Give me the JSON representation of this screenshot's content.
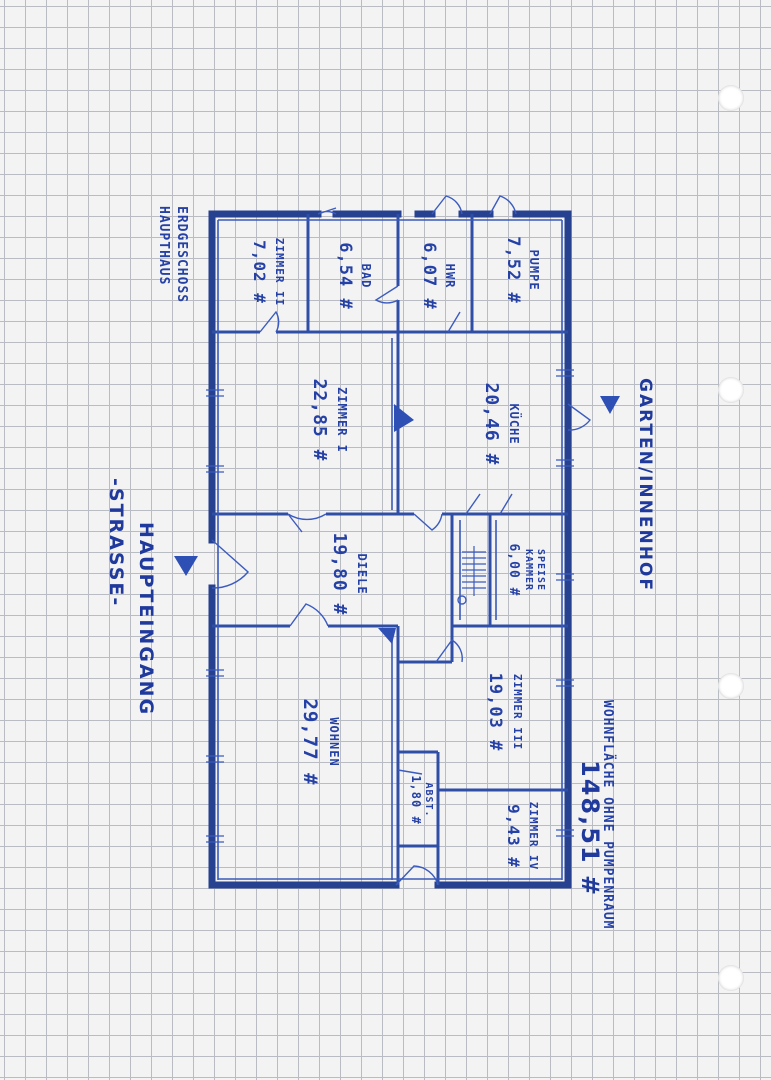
{
  "sheet": {
    "title_lines": [
      "ERDGESCHOSS",
      "HAUPTHAUS"
    ],
    "garden_label": "GARTEN/INNENHOF",
    "entrance_label": "HAUPTEINGANG",
    "street_label": "-STRASSE-",
    "living_area_label": "WOHNFLÄCHE OHNE PUMPENRAUM",
    "living_area_value": "148,51 #"
  },
  "rooms": [
    {
      "id": "pumpe",
      "name": "PUMPE",
      "area": "7,52 #"
    },
    {
      "id": "hwr",
      "name": "HWR",
      "area": "6,07 #"
    },
    {
      "id": "bad",
      "name": "BAD",
      "area": "6,54 #"
    },
    {
      "id": "zimmer2",
      "name": "ZIMMER II",
      "area": "7,02 #"
    },
    {
      "id": "kueche",
      "name": "KÜCHE",
      "area": "20,46 #"
    },
    {
      "id": "zimmer1",
      "name": "ZIMMER I",
      "area": "22,85 #"
    },
    {
      "id": "speisekammer",
      "name_lines": [
        "SPEISE",
        "KAMMER"
      ],
      "area": "6,00 #"
    },
    {
      "id": "diele",
      "name": "DIELE",
      "area": "19,80 #"
    },
    {
      "id": "zimmer3",
      "name": "ZIMMER III",
      "area": "19,03 #"
    },
    {
      "id": "wohnen",
      "name": "WOHNEN",
      "area": "29,77 #"
    },
    {
      "id": "abstell",
      "name": "ABST.",
      "area": "1,80 #"
    },
    {
      "id": "zimmer4",
      "name": "ZIMMER IV",
      "area": "9,43 #"
    }
  ],
  "colors": {
    "ink": "#26418f",
    "paper": "#f3f3f3",
    "grid": "#b9bcc2"
  }
}
